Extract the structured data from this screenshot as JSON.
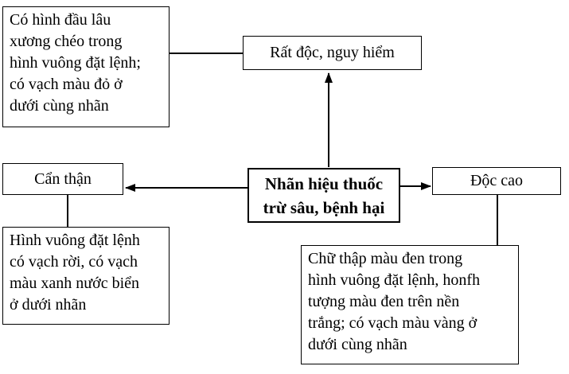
{
  "diagram": {
    "background_color": "#ffffff",
    "line_color": "#000000",
    "text_color": "#000000",
    "center_node": {
      "text": "Nhãn hiệu thuốc\ntrừ sâu, bệnh hại"
    },
    "nodes": {
      "top_center": {
        "text": "Rất độc, nguy hiểm"
      },
      "left": {
        "text": "Cẩn thận"
      },
      "right": {
        "text": "Độc cao"
      },
      "top_left": {
        "text": "Có hình đầu lâu\nxương chéo trong\nhình vuông đặt lệnh;\ncó vạch màu đỏ ở\ndưới cùng nhãn"
      },
      "bottom_left": {
        "text": "Hình vuông đặt lệnh\ncó vạch rời, có vạch\nmàu xanh nước biển\nở dưới nhãn"
      },
      "bottom_right": {
        "text": "Chữ thập màu đen trong\nhình vuông đặt lệnh, honfh\ntượng màu đen trên nền\ntrắng; có vạch màu vàng ở\ndưới cùng nhãn"
      }
    },
    "connections": {
      "top_left_to_top_center": "plain-line",
      "center_to_top_center": "arrow-up",
      "center_to_left": "arrow-left",
      "center_to_right": "arrow-right",
      "left_to_bottom_left": "plain-line",
      "right_to_bottom_right": "plain-line"
    }
  }
}
